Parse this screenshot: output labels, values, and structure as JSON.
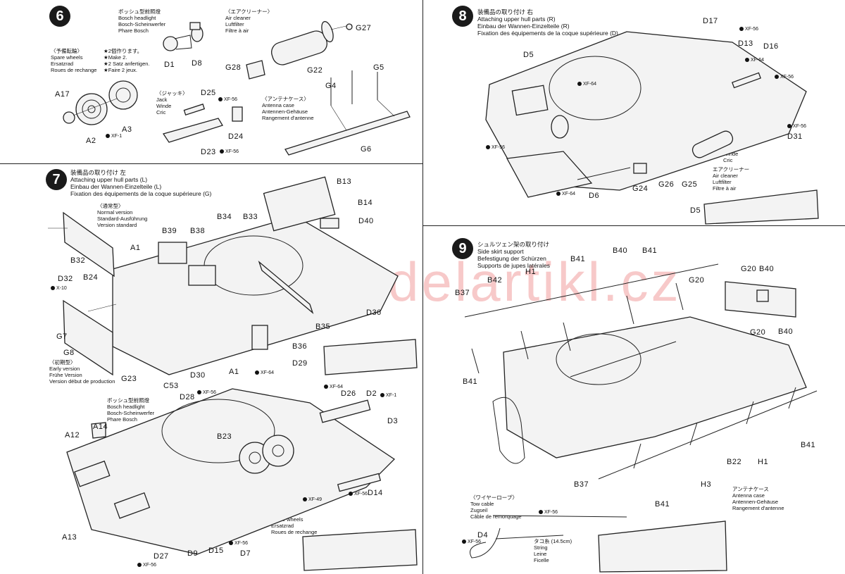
{
  "watermark": "www.modelartikl.cz",
  "step6": {
    "number": "6",
    "headlight": "ボッシュ型前照燈\nBosch headlight\nBosch-Scheinwerfer\nPhare Bosch",
    "aircleaner": "〈エアクリーナー〉\nAir cleaner\nLuftfilter\nFiltre à air",
    "spare": "〈予備転輪〉\nSpare wheels\nErsatzrad\nRoues de rechange",
    "make2": "★2個作ります。\n★Make 2.\n★2 Satz anfertigen.\n★Faire 2 jeux.",
    "jack": "〈ジャッキ〉\nJack\nWinde\nCric",
    "antenna": "〈アンテナケース〉\nAntenna case\nAntennen-Gehäuse\nRangement d'antenne",
    "labels": {
      "d1": "D1",
      "d8": "D8",
      "g27": "G27",
      "g28": "G28",
      "g22": "G22",
      "a17": "A17",
      "a2": "A2",
      "a3": "A3",
      "d25": "D25",
      "d24": "D24",
      "d23": "D23",
      "g4": "G4",
      "g5": "G5",
      "g6": "G6"
    },
    "paints": {
      "p1": "XF-1",
      "p2": "XF-56",
      "p3": "XF-56"
    }
  },
  "step7": {
    "number": "7",
    "title": "装備品の取り付け 左\nAttaching upper hull parts (L)\nEinbau der Wannen-Einzelteile (L)\nFixation des équipements de la coque supérieure (G)",
    "normal": "〈通常型〉\nNormal version\nStandard-Ausführung\nVersion standard",
    "early": "〈初期型〉\nEarly version\nFrühe Version\nVersion début de production",
    "headlight": "ボッシュ型前照燈\nBosch headlight\nBosch-Scheinwerfer\nPhare Bosch",
    "spare": "予備転輪\nSpare wheels\nErsatzrad\nRoues de rechange",
    "labels": {
      "b13": "B13",
      "b14": "B14",
      "d40": "D40",
      "b39": "B39",
      "b38": "B38",
      "b34": "B34",
      "b33": "B33",
      "a1a": "A1",
      "d32": "D32",
      "b32": "B32",
      "b24": "B24",
      "g7": "G7",
      "g8": "G8",
      "g23": "G23",
      "c53": "C53",
      "d30": "D30",
      "a1b": "A1",
      "b35": "B35",
      "d36": "D36",
      "b36": "B36",
      "d29": "D29",
      "d28": "D28",
      "b23": "B23",
      "d26": "D26",
      "d2": "D2",
      "d3": "D3",
      "a14": "A14",
      "a12": "A12",
      "a13": "A13",
      "d27": "D27",
      "d9": "D9",
      "d15": "D15",
      "d7": "D7",
      "d14": "D14"
    },
    "paints": {
      "x10": "X-10",
      "xf64a": "XF-64",
      "xf56a": "XF-56",
      "xf64b": "XF-64",
      "xf1": "XF-1",
      "xf49": "XF-49",
      "xf56b": "XF-56",
      "xf56c": "XF-56",
      "xf56d": "XF-56"
    }
  },
  "step8": {
    "number": "8",
    "title": "装備品の取り付け 右\nAttaching upper hull parts (R)\nEinbau der Wannen-Einzelteile (R)\nFixation des équipements de la coque supérieure (D)",
    "jack": "ジャッキ\nJack\nWinde\nCric",
    "aircleaner": "エアクリーナー\nAir cleaner\nLuftfilter\nFiltre à air",
    "labels": {
      "d17": "D17",
      "d13": "D13",
      "d16": "D16",
      "d5a": "D5",
      "d31": "D31",
      "d6": "D6",
      "g24": "G24",
      "g26": "G26",
      "g25": "G25",
      "d5b": "D5"
    },
    "paints": {
      "xf56a": "XF-56",
      "xf64a": "XF-64",
      "xf64b": "XF-64",
      "xf56b": "XF-56",
      "xf56c": "XF-56",
      "xf56d": "XF-56",
      "xf64c": "XF-64"
    }
  },
  "step9": {
    "number": "9",
    "title": "シュルツェン架の取り付け\nSide skirt support\nBefestigung der Schürzen\nSupports de jupes latérales",
    "antenna": "アンテナケース\nAntenna case\nAntennen-Gehäuse\nRangement d'antenne",
    "towcable": "〈ワイヤーロープ〉\nTow cable\nZugseil\nCâble de remorquage",
    "string": "タコ糸 (14.5cm)\nString\nLeine\nFicelle",
    "labels": {
      "b40a": "B40",
      "b41a": "B41",
      "b41b": "B41",
      "h1a": "H1",
      "b42": "B42",
      "b37a": "B37",
      "g20a": "G20",
      "b40b": "B40",
      "g20b": "G20",
      "g20c": "G20",
      "b40c": "B40",
      "b41c": "B41",
      "b41d": "B41",
      "b22": "B22",
      "h1b": "H1",
      "b37b": "B37",
      "h3": "H3",
      "b41e": "B41",
      "d4": "D4"
    },
    "paints": {
      "xf56a": "XF-56",
      "xf56b": "XF-56"
    }
  }
}
